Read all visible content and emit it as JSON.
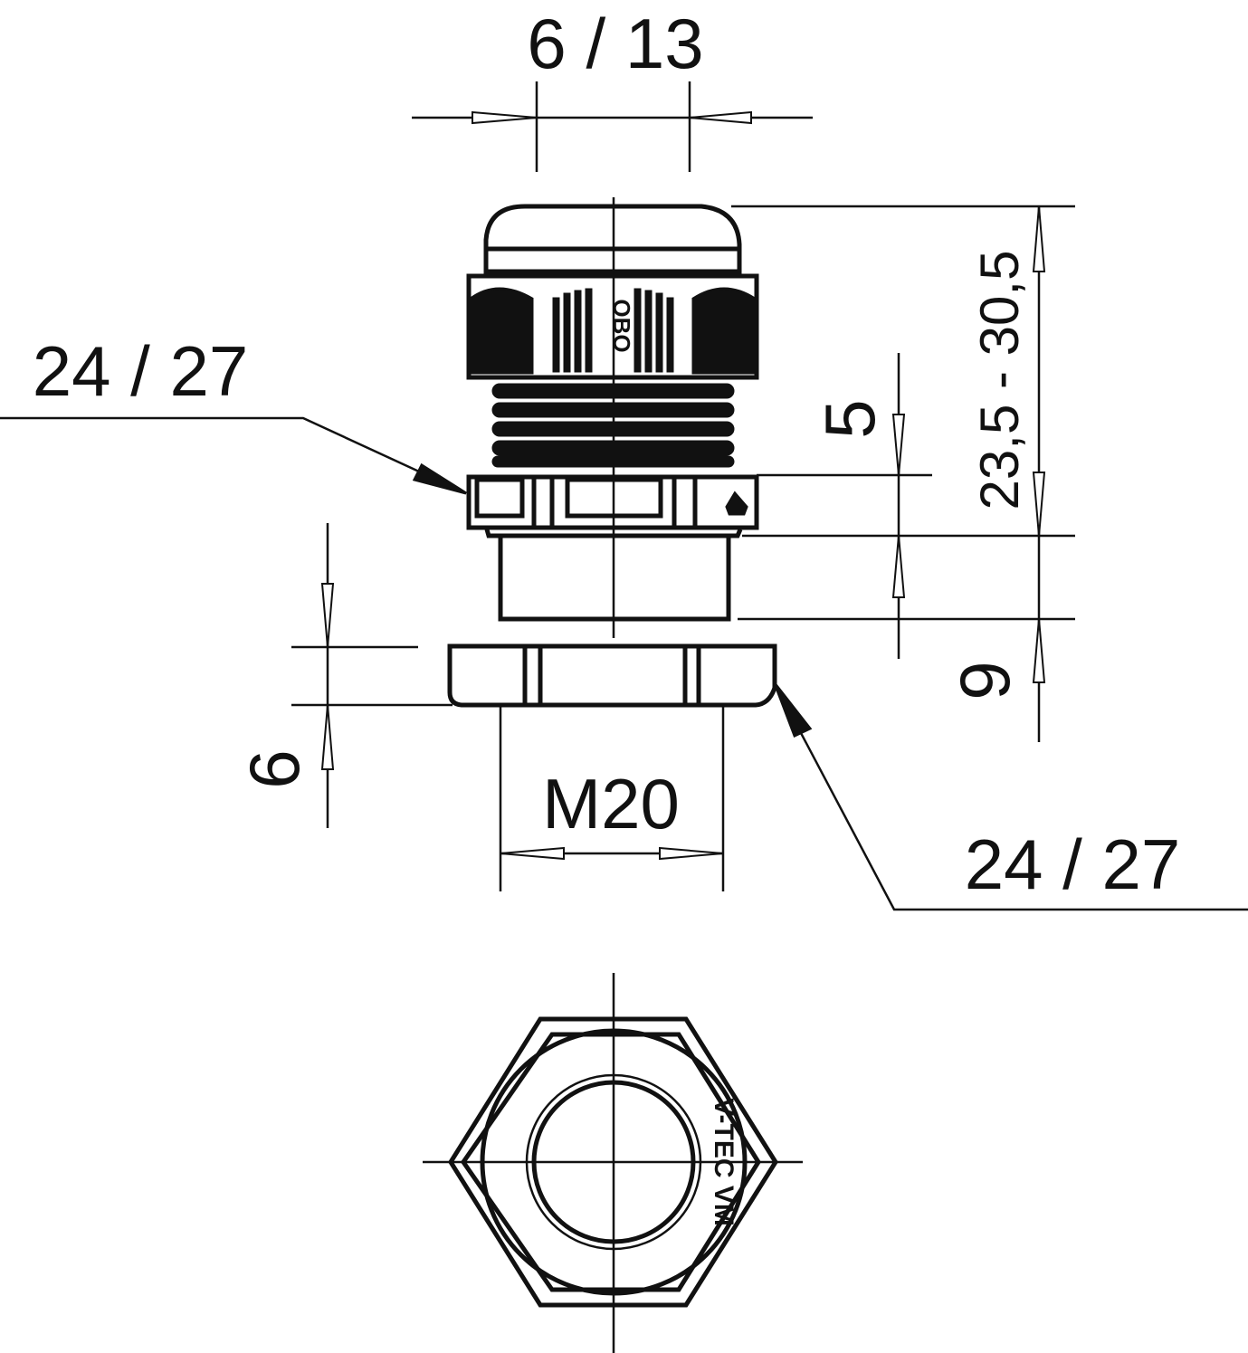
{
  "drawing": {
    "dimensions": {
      "cable_range": "6 / 13",
      "length_range": "23,5 - 30,5",
      "thread_length_gap": "5",
      "thread_length": "9",
      "locknut_height": "6",
      "thread_size": "M20",
      "wrench_size_top": "24 / 27",
      "wrench_size_locknut": "24 / 27"
    },
    "markings": {
      "logo": "OBO",
      "product_marking": "V-TEC VM"
    },
    "colors": {
      "line": "#111111",
      "background": "#ffffff"
    }
  }
}
